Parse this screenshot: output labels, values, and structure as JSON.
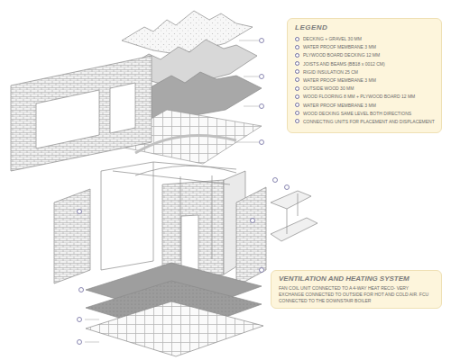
{
  "diagram": {
    "nodes": [
      {
        "text": [
          "LEGEND"
        ]
      },
      {
        "text": [
          "VENTILATION AND HEATING SYSTEM",
          "FAN COIL UNIT CONNECTED TO A 4-WAY HEAT RECO- VERY EXCHANGE CONNECTED TO OUTSIDE FOR HOT AND COLD AIR. FCU CONNECTED TO THE DOWNSTAIR BOILER"
        ]
      }
    ],
    "edges": [],
    "legend": [
      {
        "text": "DECKING + GRAVEL 30 MM"
      },
      {
        "text": "WATER PROOF MEMBRANE 3 MM"
      },
      {
        "text": "PLYWOOD BOARD DECKING 12 MM"
      },
      {
        "text": "JOISTS AND BEAMS (BB18 x 0012 CM)"
      },
      {
        "text": "RIGID INSULATION 25 CM"
      },
      {
        "text": "WATER PROOF MEMBRANE 3 MM"
      },
      {
        "text": "OUTSIDE WOOD 30 MM"
      },
      {
        "text": "WOOD FLOORING 8 MM + PLYWOOD BOARD 12 MM"
      },
      {
        "text": "WATER PROOF MEMBRANE 3 MM"
      },
      {
        "text": "WOOD DECKING SAME LEVEL BOTH DIRECTIONS"
      },
      {
        "text": "CONNECTING UNITS FOR PLACEMENT AND DISPLACEMENT"
      }
    ]
  }
}
